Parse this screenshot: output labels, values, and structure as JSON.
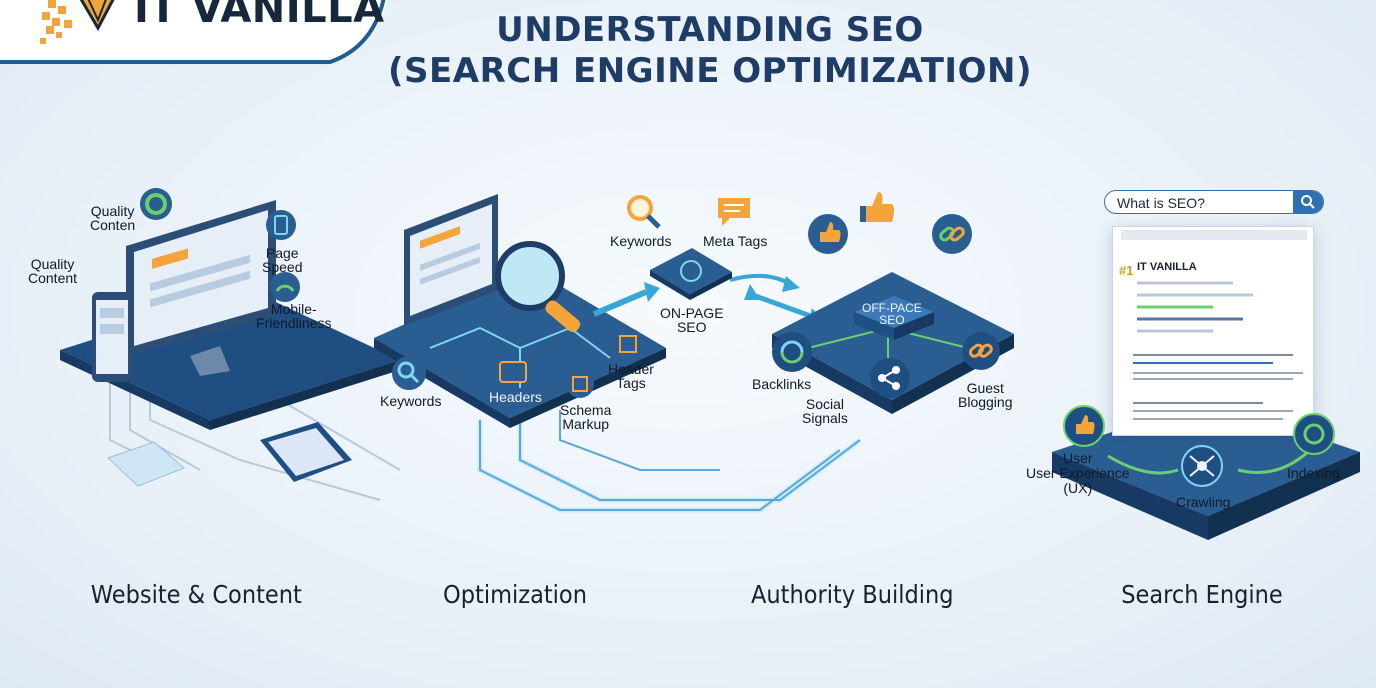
{
  "brand": {
    "name": "IT VANILLA"
  },
  "title": {
    "line1": "UNDERSTANDING SEO",
    "line2": "(SEARCH ENGINE OPTIMIZATION)"
  },
  "sections": [
    {
      "label": "Website & Content"
    },
    {
      "label": "Optimization"
    },
    {
      "label": "Authority Building"
    },
    {
      "label": "Search Engine"
    }
  ],
  "website": {
    "quality_conten": "Quality\nConten",
    "quality_content": "Quality\nContent",
    "page_speed": "Page\nSpeed",
    "mobile_friendliness": "Mobile-\nFriendliness"
  },
  "optimization": {
    "keywords_left": "Keywords",
    "headers": "Headers",
    "schema_markup": "Schema\nMarkup",
    "header_tags": "Header\nTags",
    "keywords_top": "Keywords",
    "meta_tags": "Meta Tags",
    "on_page_seo": "ON-PAGE\nSEO"
  },
  "authority": {
    "off_page_seo": "OFF-PACE\nSEO",
    "backlinks": "Backlinks",
    "social_signals": "Social\nSignals",
    "guest_blogging": "Guest\nBlogging"
  },
  "search_engine": {
    "query": "What is SEO?",
    "result_rank": "#1",
    "result_brand": "IT VANILLA",
    "user_experience": "User\nUser Experience\n(UX)",
    "crawling": "Crawling",
    "indexing": "Indexing"
  },
  "colors": {
    "navy": "#1f3c66",
    "platform_top": "#2a5d92",
    "platform_side": "#163a63",
    "accent_cyan": "#37c6e8",
    "accent_orange": "#f3a43a",
    "accent_green": "#6ad06a",
    "search_blue": "#2f6fb3"
  },
  "icons": [
    "magnifier-icon",
    "chat-bubble-icon",
    "thumbs-up-icon",
    "link-chain-icon",
    "refresh-icon",
    "share-icon",
    "spider-icon",
    "monitor-icon",
    "phone-icon",
    "tablet-icon"
  ]
}
